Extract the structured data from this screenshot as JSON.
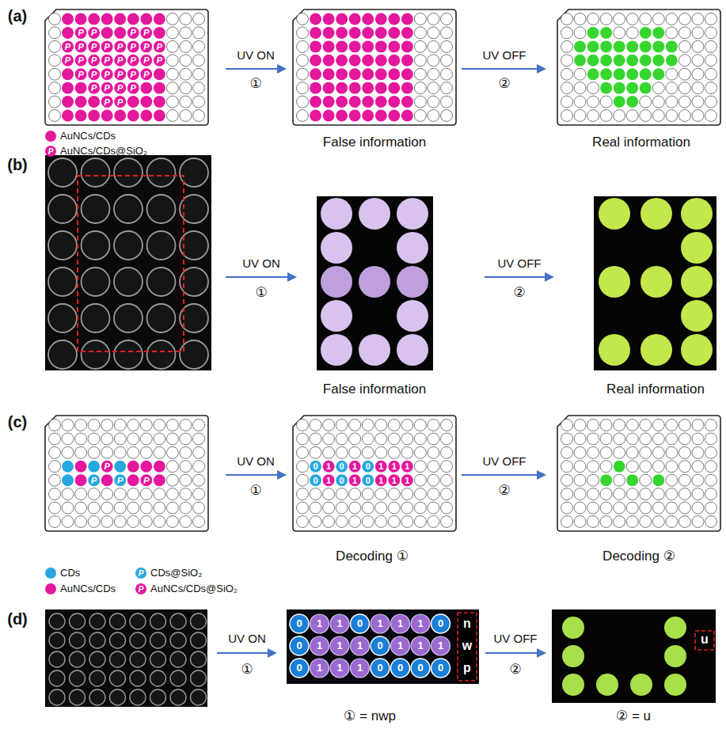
{
  "diagram": {
    "labels": [
      "(a)",
      "UV ON",
      "①",
      "UV OFF",
      "②",
      "False information",
      "Real information",
      "P",
      "P",
      "P",
      "P",
      "P",
      "P",
      "P",
      "P",
      "P",
      "P",
      "P",
      "P",
      "P",
      "P",
      "P",
      "P",
      "P",
      "P",
      "P",
      "P",
      "P",
      "P",
      "P",
      "P",
      "P",
      "P",
      "P",
      "P",
      "P",
      "P",
      "P",
      "P",
      "P",
      "(b)",
      "UV ON",
      "①",
      "UV OFF",
      "②",
      "False information",
      "Real information",
      "(c)",
      "UV ON",
      "①",
      "UV OFF",
      "②",
      "Decoding ①",
      "Decoding ②",
      "P",
      "P",
      "P",
      "P",
      "0",
      "1",
      "0",
      "1",
      "0",
      "1",
      "1",
      "1",
      "0",
      "1",
      "0",
      "1",
      "0",
      "1",
      "1",
      "1",
      "P",
      "P",
      "(d)",
      "UV ON",
      "①",
      "UV OFF",
      "②",
      "0",
      "1",
      "1",
      "0",
      "1",
      "1",
      "1",
      "0",
      "0",
      "1",
      "1",
      "1",
      "0",
      "1",
      "1",
      "1",
      "0",
      "1",
      "1",
      "1",
      "0",
      "0",
      "0",
      "0",
      "n",
      "w",
      "p",
      "① = nwp",
      "u",
      "② = u"
    ],
    "legend": [
      {
        "text": "AuNCs/CDs",
        "color": "#e4189c"
      },
      {
        "text": "AuNCs/CDs@SiO₂"
      },
      {
        "text": "CDs",
        "color": "#27a8e0"
      },
      {
        "text": "CDs@SiO₂"
      },
      {
        "text": "AuNCs/CDs",
        "color": "#e4189c"
      },
      {
        "text": "AuNCs/CDs@SiO₂"
      }
    ]
  }
}
